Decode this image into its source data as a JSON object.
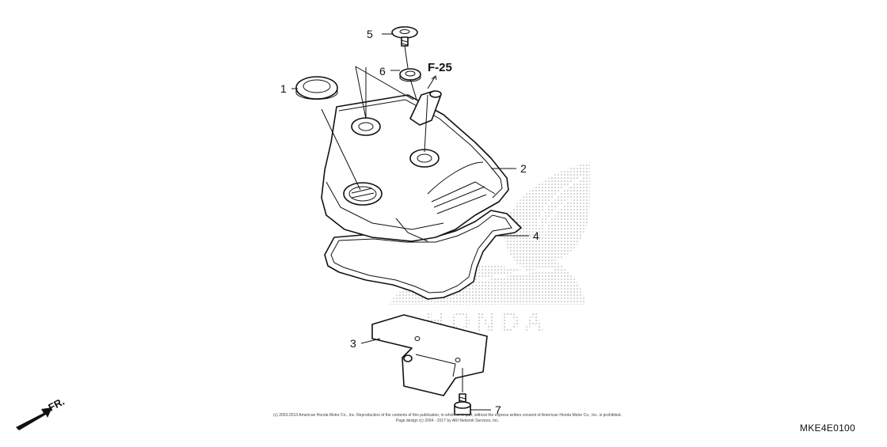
{
  "callouts": [
    {
      "id": "1",
      "label": "1"
    },
    {
      "id": "2",
      "label": "2"
    },
    {
      "id": "3",
      "label": "3"
    },
    {
      "id": "4",
      "label": "4"
    },
    {
      "id": "5",
      "label": "5"
    },
    {
      "id": "6",
      "label": "6"
    },
    {
      "id": "7",
      "label": "7"
    }
  ],
  "reference": "F-25",
  "front_marker": "FR.",
  "watermark": "HONDA",
  "copyright": "(c) 2003-2013 American Honda Motor Co., Inc. Reproduction of the contents of this publication, in whole or in part, without the express written consent of American Honda Motor Co., Inc. is prohibited.",
  "page_design": "Page design (c) 2004 - 2017 by ARI Network Services, Inc.",
  "diagram_code": "MKE4E0100"
}
